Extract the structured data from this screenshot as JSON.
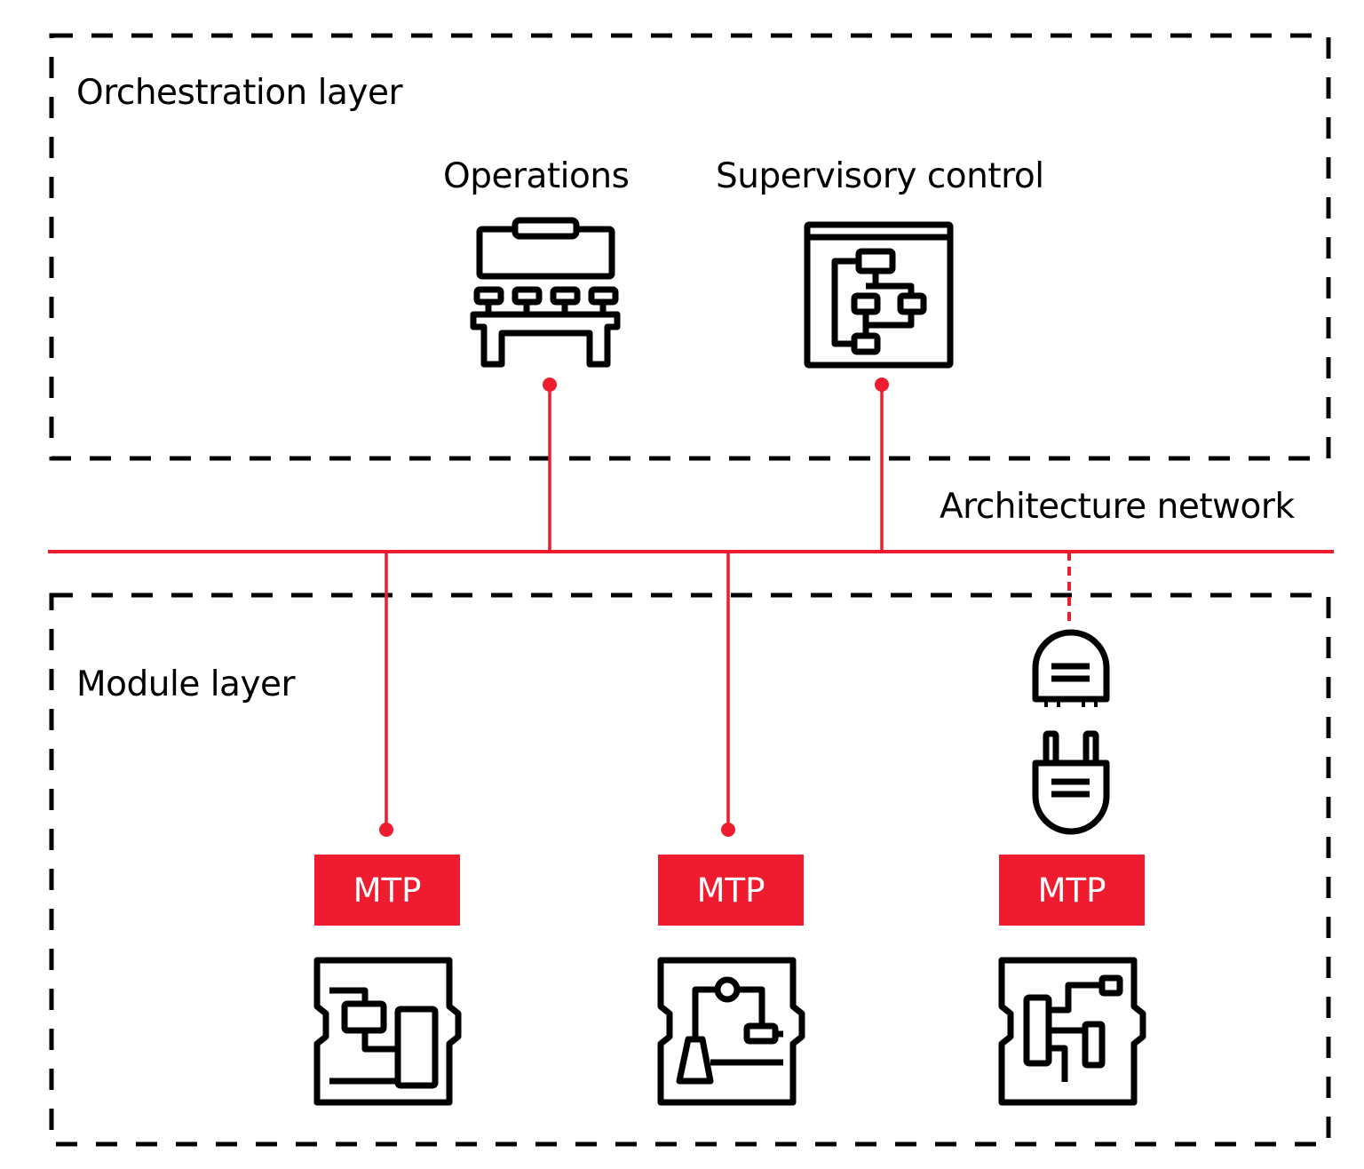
{
  "colors": {
    "accent_red": "#ee1c2e",
    "stroke": "#000000",
    "background": "#ffffff"
  },
  "layers": {
    "orchestration": {
      "label": "Orchestration layer"
    },
    "module": {
      "label": "Module layer"
    }
  },
  "network": {
    "label": "Architecture network"
  },
  "orchestration_nodes": [
    {
      "label": "Operations",
      "icon": "control-room-desk-icon",
      "connection": "solid"
    },
    {
      "label": "Supervisory control",
      "icon": "flowchart-window-icon",
      "connection": "solid"
    }
  ],
  "modules": [
    {
      "badge": "MTP",
      "icon": "process-module-tank-icon",
      "connection": "solid"
    },
    {
      "badge": "MTP",
      "icon": "process-module-pump-icon",
      "connection": "solid"
    },
    {
      "badge": "MTP",
      "icon": "process-module-column-icon",
      "connection": "dashed",
      "adapter": "plug-socket-icon"
    }
  ]
}
